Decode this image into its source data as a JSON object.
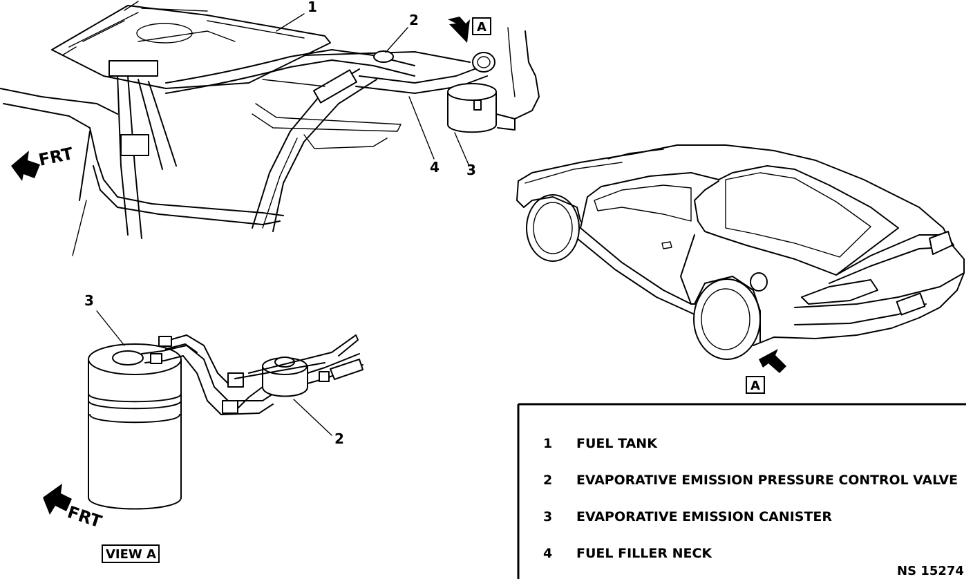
{
  "callouts": {
    "fuel_tank": "1",
    "pressure_control_valve": "2",
    "canister": "3",
    "filler_neck": "4",
    "view_canister": "3",
    "view_valve": "2"
  },
  "direction": {
    "front_label_main": "FRT",
    "front_label_view": "FRT"
  },
  "view_markers": {
    "top_marker": "A",
    "car_marker": "A",
    "view_caption": "VIEW A"
  },
  "legend": {
    "items": [
      {
        "num": "1",
        "label": "FUEL TANK"
      },
      {
        "num": "2",
        "label": "EVAPORATIVE EMISSION PRESSURE CONTROL VALVE"
      },
      {
        "num": "3",
        "label": "EVAPORATIVE EMISSION CANISTER"
      },
      {
        "num": "4",
        "label": "FUEL FILLER NECK"
      }
    ]
  },
  "figure_id": "NS 15274"
}
